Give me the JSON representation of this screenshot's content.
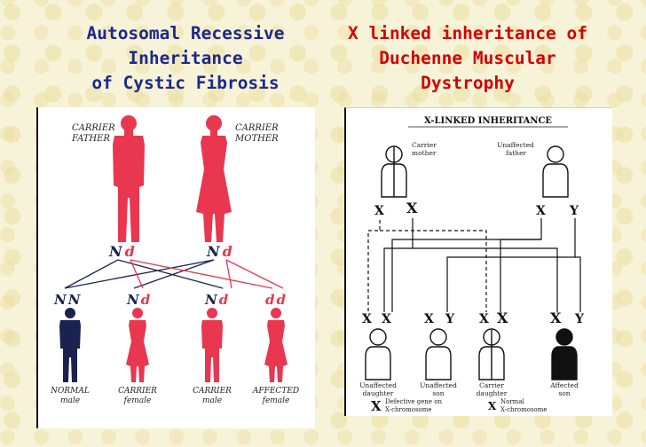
{
  "left_title": [
    "Autosomal Recessive",
    "Inheritance",
    "of Cystic Fibrosis"
  ],
  "right_title": [
    "X linked inheritance of",
    "Duchenne Muscular",
    "Dystrophy"
  ],
  "left_diagram": {
    "parents": [
      {
        "label": [
          "CARRIER",
          "FATHER"
        ],
        "genotype": [
          "N",
          "d"
        ]
      },
      {
        "label": [
          "CARRIER",
          "MOTHER"
        ],
        "genotype": [
          "N",
          "d"
        ]
      }
    ],
    "children": [
      {
        "genotype": [
          "N",
          "N"
        ],
        "label": [
          "NORMAL",
          "male"
        ]
      },
      {
        "genotype": [
          "N",
          "d"
        ],
        "label": [
          "CARRIER",
          "female"
        ]
      },
      {
        "genotype": [
          "N",
          "d"
        ],
        "label": [
          "CARRIER",
          "male"
        ]
      },
      {
        "genotype": [
          "d",
          "d"
        ],
        "label": [
          "AFFECTED",
          "female"
        ]
      }
    ]
  },
  "right_diagram": {
    "heading": "X-LINKED INHERITANCE",
    "parents": [
      {
        "label": [
          "Carrier",
          "mother"
        ],
        "chromosomes": [
          "X",
          "X"
        ]
      },
      {
        "label": [
          "Unaffected",
          "father"
        ],
        "chromosomes": [
          "X",
          "Y"
        ]
      }
    ],
    "children": [
      {
        "chromosomes": [
          "X",
          "X"
        ],
        "label": [
          "Unaffected",
          "daughter"
        ]
      },
      {
        "chromosomes": [
          "X",
          "Y"
        ],
        "label": [
          "Unaffected",
          "son"
        ]
      },
      {
        "chromosomes": [
          "X",
          "X"
        ],
        "label": [
          "Carrier",
          "daughter"
        ]
      },
      {
        "chromosomes": [
          "X",
          "Y"
        ],
        "label": [
          "Affected",
          "son"
        ]
      }
    ],
    "legend": [
      {
        "symbol": "X",
        "text": [
          "Defective gene on",
          "X-chromosome"
        ]
      },
      {
        "symbol": "X",
        "text": [
          "Normal",
          "X-chromosome"
        ]
      }
    ]
  },
  "colors": {
    "red": "#e8374f",
    "navy": "#1a2350",
    "title_blue": "#1b2a8a",
    "title_red": "#d40000"
  }
}
